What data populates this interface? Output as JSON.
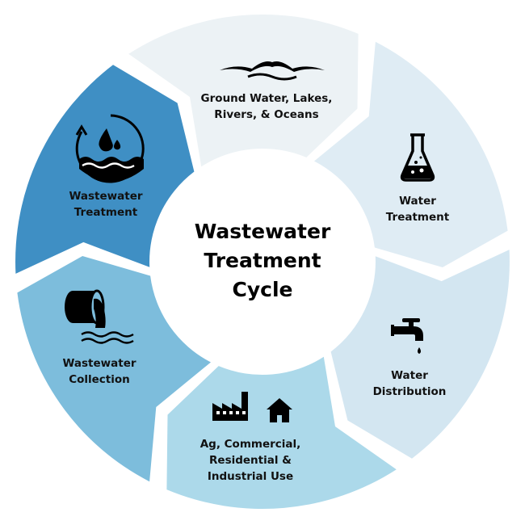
{
  "title_lines": [
    "Wastewater",
    "Treatment",
    "Cycle"
  ],
  "segments": [
    {
      "name": "ground-water",
      "lines": [
        "Ground Water, Lakes,",
        "Rivers, & Oceans"
      ],
      "color": "#ecf2f5",
      "icon": "waves-icon"
    },
    {
      "name": "water-treatment",
      "lines": [
        "Water",
        "Treatment"
      ],
      "color": "#dfecf4",
      "icon": "flask-icon"
    },
    {
      "name": "water-distribution",
      "lines": [
        "Water",
        "Distribution"
      ],
      "color": "#d3e6f1",
      "icon": "faucet-icon"
    },
    {
      "name": "use",
      "lines": [
        "Ag, Commercial,",
        "Residential &",
        "Industrial Use"
      ],
      "color": "#acd9ea",
      "icon": "factory-house-icon"
    },
    {
      "name": "wastewater-collection",
      "lines": [
        "Wastewater",
        "Collection"
      ],
      "color": "#7dbddc",
      "icon": "pipe-outflow-icon"
    },
    {
      "name": "wastewater-treatment",
      "lines": [
        "Wastewater",
        "Treatment"
      ],
      "color": "#3f8fc4",
      "icon": "water-recycle-icon"
    }
  ]
}
